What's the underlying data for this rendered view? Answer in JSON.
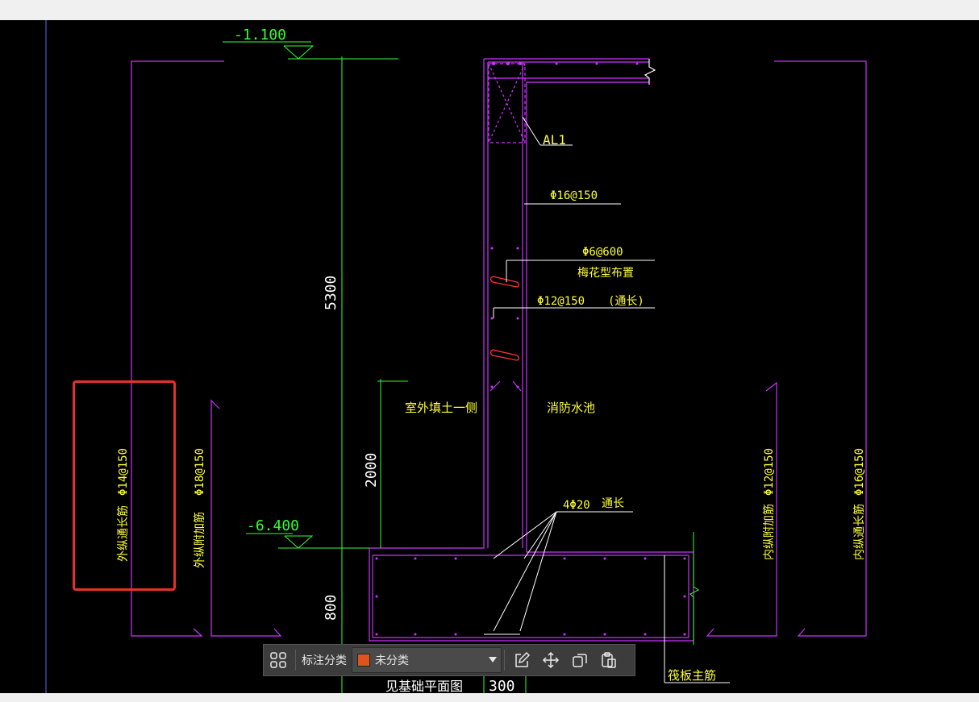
{
  "drawing": {
    "elev_top": "-1.100",
    "elev_bottom": "-6.400",
    "dim_total": "5300",
    "dim_fill": "2000",
    "dim_base": "800",
    "dim_wall_bottom": "300",
    "beam_label": "AL1",
    "rebar_wall_inner": "Φ16@150",
    "tie_spec": "Φ6@600",
    "tie_layout": "梅花型布置",
    "rebar_horiz": "Φ12@150",
    "rebar_horiz_note": "(通长)",
    "side_outer": "室外填土一侧",
    "side_inner": "消防水池",
    "corner_bars": "4Φ20",
    "corner_bars_note": "通长",
    "raft_bar": "筏板主筋",
    "section_title": "见基础平面图",
    "leader_1_text": "外纵通长筋",
    "leader_1_spec": "Φ14@150",
    "leader_2_text": "外纵附加筋",
    "leader_2_spec": "Φ18@150",
    "leader_3_text": "内纵附加筋",
    "leader_3_spec": "Φ12@150",
    "leader_4_text": "内纵通长筋",
    "leader_4_spec": "Φ16@150"
  },
  "toolbar": {
    "category_label": "标注分类",
    "selected_category": "未分类",
    "swatch_color": "#e0531b"
  },
  "colors": {
    "canvas_bg": "#000000",
    "line_magenta": "#cc33ff",
    "line_green": "#33ff33",
    "line_white": "#ffffff",
    "text_yellow": "#ffff33",
    "highlight": "#e53228"
  }
}
